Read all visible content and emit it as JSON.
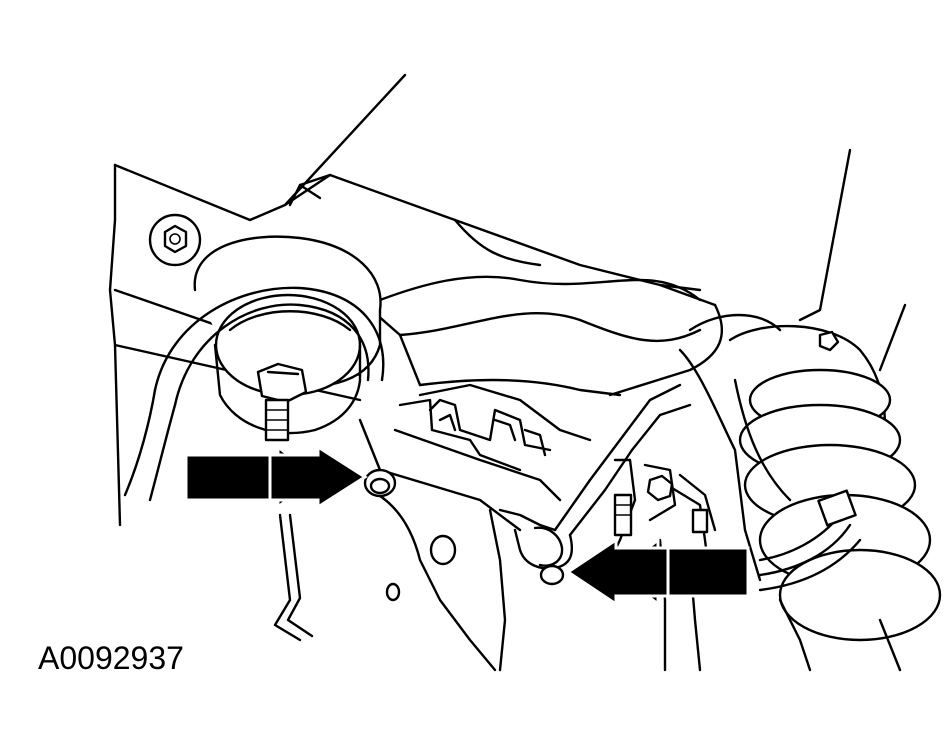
{
  "figure": {
    "id_label": "A0092937"
  },
  "arrows": [
    {
      "name": "left-callout-arrow",
      "direction": "right"
    },
    {
      "name": "right-callout-arrow",
      "direction": "left"
    }
  ],
  "colors": {
    "line": "#000000",
    "background": "#ffffff"
  }
}
